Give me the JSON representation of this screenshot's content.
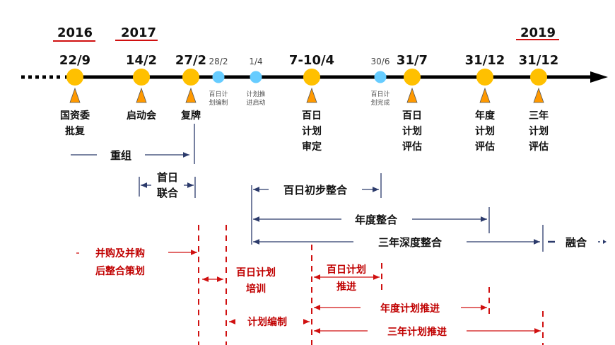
{
  "years": [
    "2016",
    "2017",
    "2019"
  ],
  "milestones": [
    {
      "date": "22/9",
      "label": [
        "国资委",
        "批复"
      ],
      "major": true
    },
    {
      "date": "14/2",
      "label": [
        "启动会"
      ],
      "major": true
    },
    {
      "date": "27/2",
      "label": [
        "复牌"
      ],
      "major": true
    },
    {
      "date": "28/2",
      "label": [
        "百日计",
        "划编制"
      ],
      "major": false
    },
    {
      "date": "1/4",
      "label": [
        "计划推",
        "进启动"
      ],
      "major": false
    },
    {
      "date": "7-10/4",
      "label": [
        "百日",
        "计划",
        "审定"
      ],
      "major": true
    },
    {
      "date": "30/6",
      "label": [
        "百日计",
        "划完成"
      ],
      "major": false
    },
    {
      "date": "31/7",
      "label": [
        "百日",
        "计划",
        "评估"
      ],
      "major": true
    },
    {
      "date": "31/12",
      "label": [
        "年度",
        "计划",
        "评估"
      ],
      "major": true
    },
    {
      "date": "31/12",
      "label": [
        "三年",
        "计划",
        "评估"
      ],
      "major": true
    }
  ],
  "phases": {
    "restructure": "重组",
    "day_one": [
      "首日",
      "联合"
    ],
    "hundred_day": "百日初步整合",
    "annual": "年度整合",
    "three_year": "三年深度整合",
    "fusion": "融合"
  },
  "activities": {
    "planning": [
      "并购及并购",
      "后整合策划"
    ],
    "training": [
      "百日计划",
      "培训"
    ],
    "compile": "计划编制",
    "hundred_push": [
      "百日计划",
      "推进"
    ],
    "annual_push": "年度计划推进",
    "three_year_push": "三年计划推进"
  },
  "colors": {
    "major": "#ffc000",
    "minor": "#66ccff",
    "triangle": "#ff9900",
    "red": "#c00000",
    "navy": "#2b3a6b"
  }
}
